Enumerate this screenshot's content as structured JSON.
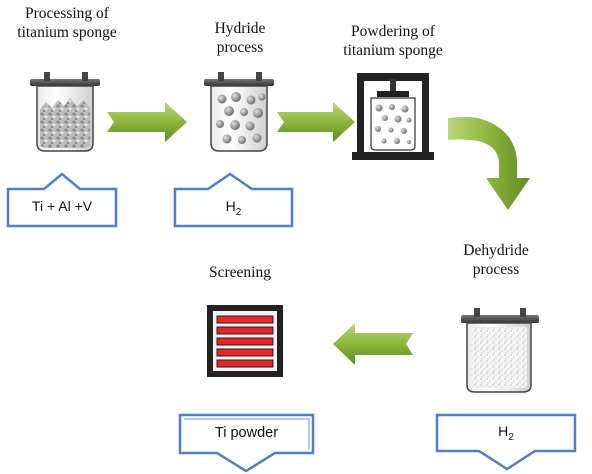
{
  "stages": {
    "processing": {
      "label_line1": "Processing of",
      "label_line2": "titanium  sponge"
    },
    "hydride": {
      "label_line1": "Hydride",
      "label_line2": "process"
    },
    "powdering": {
      "label_line1": "Powdering of",
      "label_line2": "titanium sponge"
    },
    "dehydride": {
      "label_line1": "Dehydride",
      "label_line2": "process"
    },
    "screening": {
      "label_line1": "Screening"
    }
  },
  "inputs": {
    "alloy": "Ti + Al +V",
    "hydrogen_in": "H",
    "hydrogen_in_sub": "2",
    "hydrogen_out": "H",
    "hydrogen_out_sub": "2",
    "product": "Ti powder"
  },
  "colors": {
    "flow_arrow": "#8cb63c",
    "flow_arrow_dark": "#6a9428",
    "io_arrow_stroke": "#4f7fc8",
    "screen_bar": "#e8262a",
    "vessel_cap": "#555555"
  }
}
